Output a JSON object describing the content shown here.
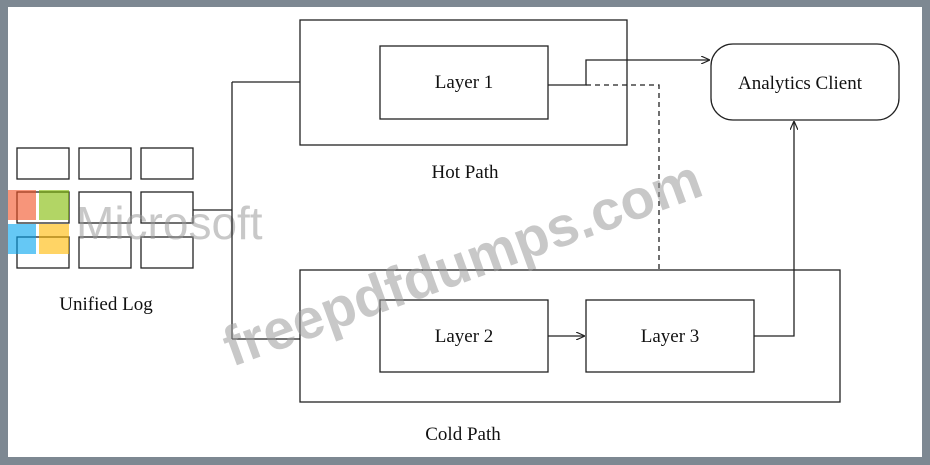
{
  "diagram": {
    "nodes": {
      "layer1": "Layer 1",
      "layer2": "Layer 2",
      "layer3": "Layer 3",
      "analytics_client": "Analytics Client"
    },
    "groups": {
      "hot_path": "Hot Path",
      "cold_path": "Cold Path",
      "unified_log": "Unified Log"
    }
  },
  "watermarks": {
    "logo_text": "Microsoft",
    "site": "freepdfdumps.com"
  },
  "colors": {
    "frame": "#7d8892",
    "logo_red": "#f25022",
    "logo_green": "#7fba00",
    "logo_blue": "#00a4ef",
    "logo_yellow": "#ffb900"
  }
}
